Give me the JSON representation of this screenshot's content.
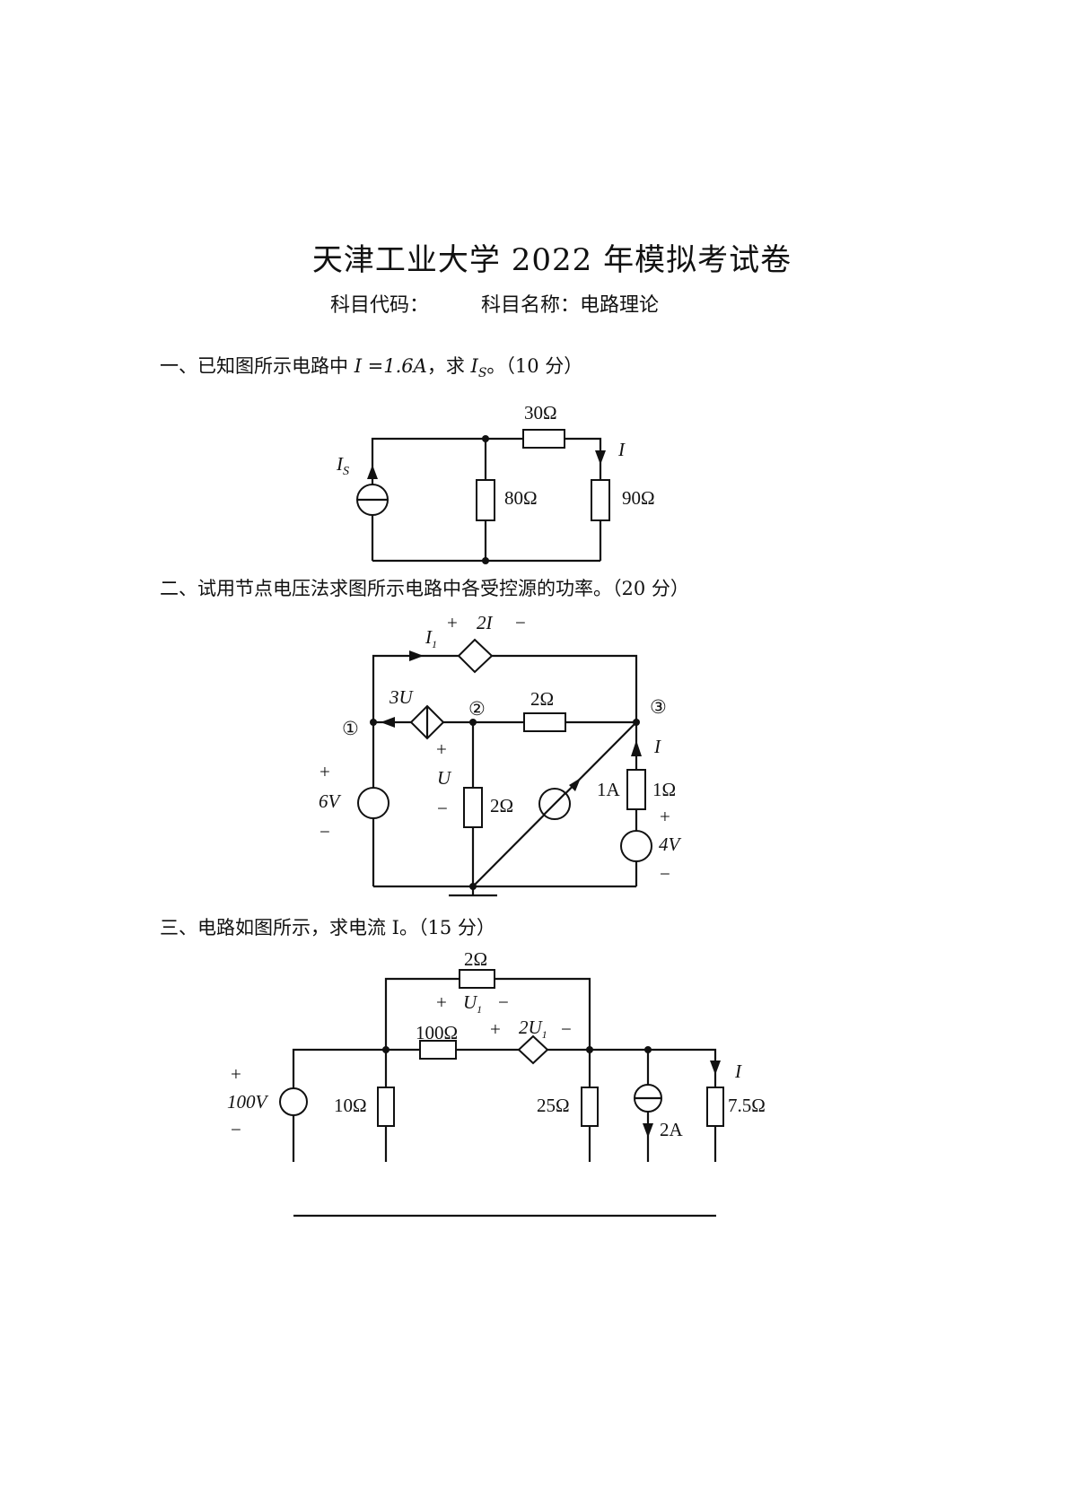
{
  "document": {
    "title": "天津工业大学 2022 年模拟考试卷",
    "subject_code_label": "科目代码：",
    "subject_name_label": "科目名称：",
    "subject_name": "电路理论"
  },
  "questions": [
    {
      "text": "一、已知图所示电路中 I =1.6A，求 I_S。（10 分）",
      "prefix": "一、已知图所示电路中 ",
      "given": "I =1.6A",
      "ask": "，求 ",
      "target": "I",
      "target_sub": "S",
      "suffix": "。（10 分）",
      "circuit": {
        "labels": {
          "is": "I",
          "is_sub": "S",
          "r30": "30Ω",
          "r80": "80Ω",
          "r90": "90Ω",
          "i": "I"
        }
      }
    },
    {
      "text": "二、试用节点电压法求图所示电路中各受控源的功率。（20 分）",
      "circuit": {
        "labels": {
          "i1": "I",
          "i1_sub": "1",
          "plus_top": "+",
          "src_2i": "2I",
          "minus_top": "−",
          "src_3u": "3U",
          "node1": "①",
          "node2": "②",
          "node3": "③",
          "r2_top": "2Ω",
          "r2_mid": "2Ω",
          "u_plus": "+",
          "u": "U",
          "u_minus": "−",
          "v6_plus": "+",
          "v6": "6V",
          "v6_minus": "−",
          "cs_1a": "1A",
          "r1": "1Ω",
          "i": "I",
          "v4_plus": "+",
          "v4": "4V",
          "v4_minus": "−"
        }
      }
    },
    {
      "text": "三、电路如图所示，求电流 I。（15 分）",
      "circuit": {
        "labels": {
          "r2": "2Ω",
          "u1_plus": "+",
          "u1": "U",
          "u1_sub": "1",
          "u1_minus": "−",
          "r100": "100Ω",
          "src_plus": "+",
          "src_2u1": "2U",
          "src_sub": "1",
          "src_minus": "−",
          "v100_plus": "+",
          "v100": "100V",
          "v100_minus": "−",
          "r10": "10Ω",
          "r25": "25Ω",
          "cs_2a": "2A",
          "i": "I",
          "r75": "7.5Ω"
        }
      }
    }
  ]
}
